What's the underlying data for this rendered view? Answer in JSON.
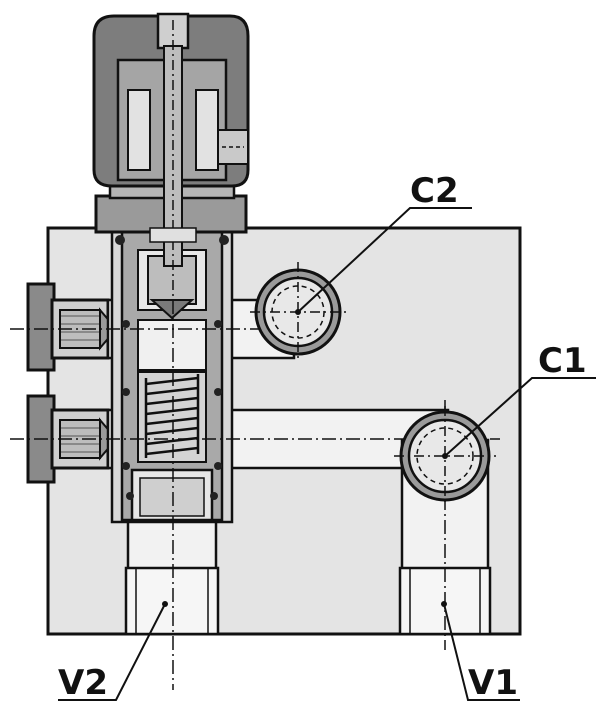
{
  "labels": {
    "c2": "C2",
    "c1": "C1",
    "v2": "V2",
    "v1": "V1"
  },
  "colors": {
    "body_fill": "#e4e4e4",
    "dark_metal": "#7d7d7d",
    "mid_metal": "#a9a9a9",
    "light_metal": "#d0d0d0",
    "line": "#111111"
  }
}
